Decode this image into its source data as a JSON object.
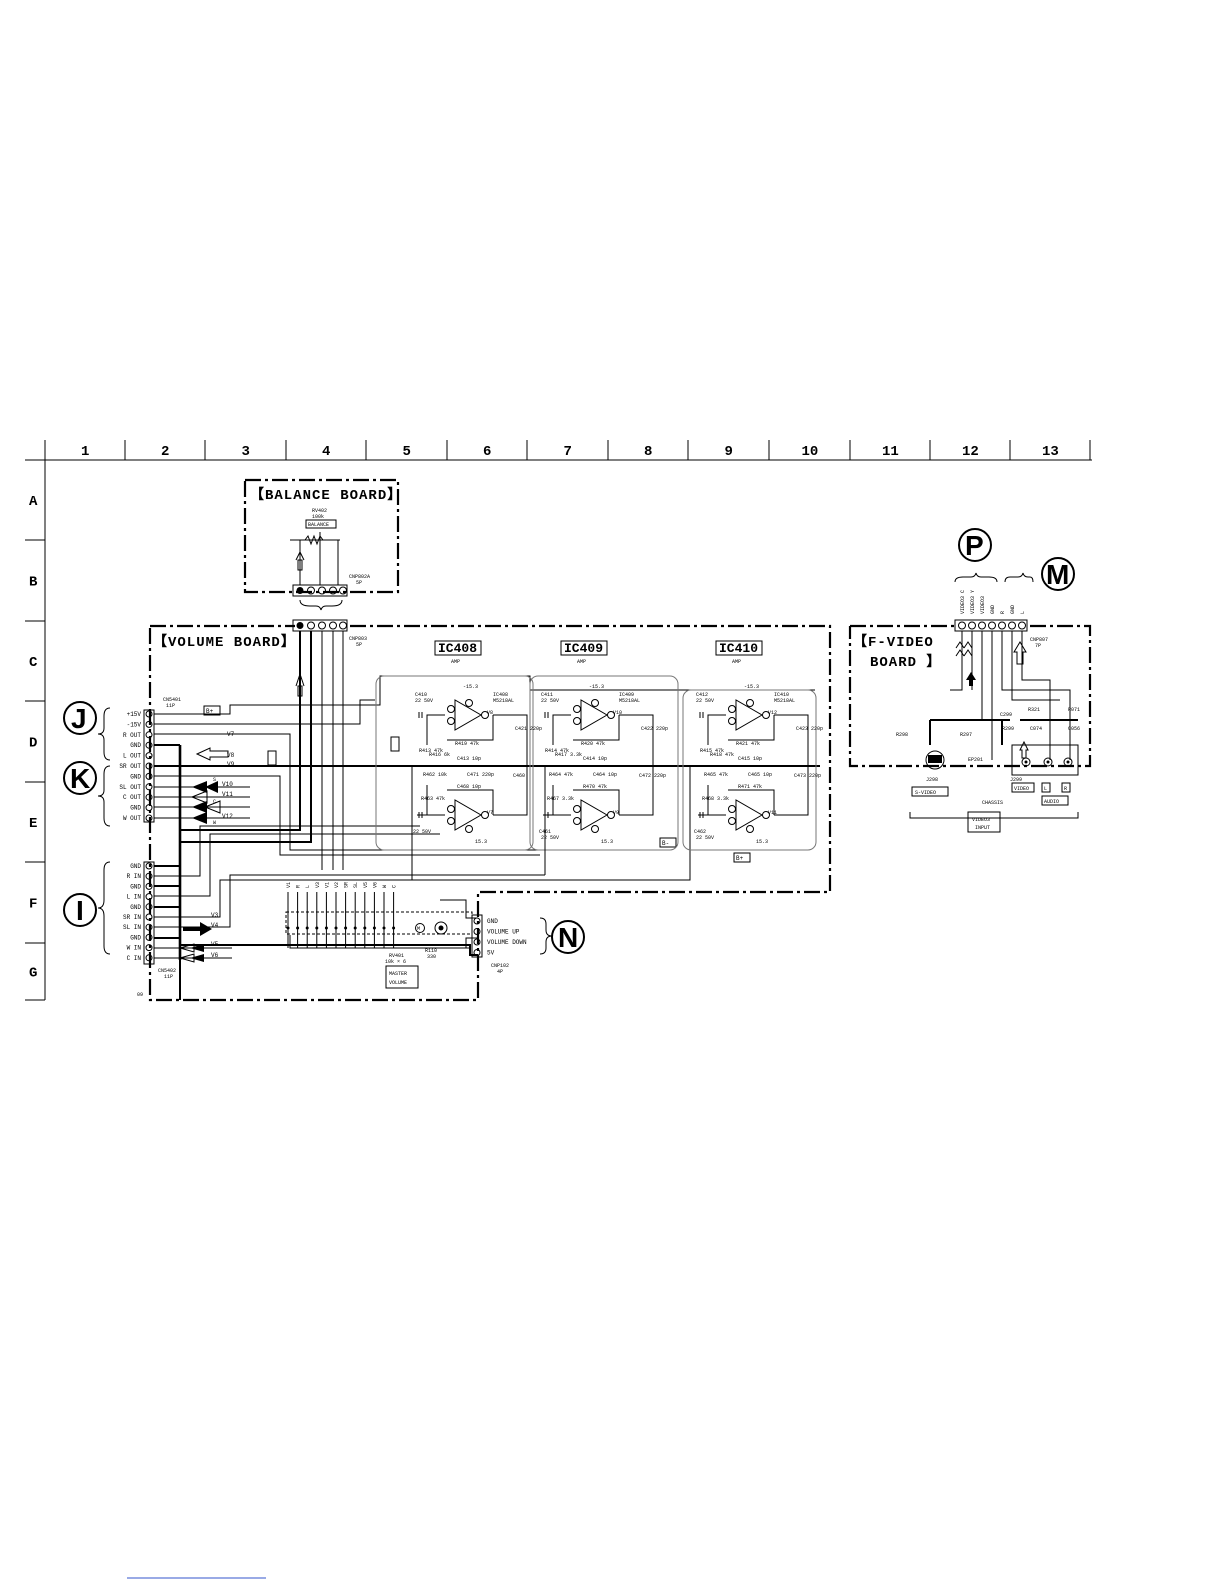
{
  "grid": {
    "columns": [
      "1",
      "2",
      "3",
      "4",
      "5",
      "6",
      "7",
      "8",
      "9",
      "10",
      "11",
      "12",
      "13"
    ],
    "rows": [
      "A",
      "B",
      "C",
      "D",
      "E",
      "F",
      "G"
    ]
  },
  "boards": {
    "balance": {
      "title": "【BALANCE BOARD】",
      "rv": "RV402",
      "rv_value": "100k",
      "rv_name": "BALANCE",
      "connector": "CNP802A",
      "connector_pins": "5P"
    },
    "volume": {
      "title": "【VOLUME BOARD】",
      "connector_top": "CNP803",
      "connector_top_pins": "5P",
      "cn401": "CN5401",
      "cn401_pins": "11P",
      "cn402": "CN5402",
      "cn402_pins": "11P",
      "bottom_label": "09",
      "cnp102": "CNP102",
      "cnp102_pins": "4P",
      "rv401": "RV401",
      "rv401_value": "10k × 6",
      "master_volume": [
        "MASTER",
        "VOLUME"
      ],
      "r110": "R110",
      "r110_value": "330"
    },
    "fvideo": {
      "title_line1": "【F-VIDEO",
      "title_line2": "BOARD 】",
      "connector": "CNP807",
      "connector_pins": "7P",
      "svideo_label": "S-VIDEO",
      "video_label": "VIDEO",
      "l_label": "L",
      "r_label": "R",
      "audio_label": "AUDIO",
      "chassis": "CHASSIS",
      "input_label": [
        "VIDEO3",
        "INPUT"
      ],
      "j298": "J298",
      "j299": "J299",
      "ep201": "EP201",
      "pin_labels": [
        "VIDEO3 C",
        "VIDEO3 Y",
        "VIDEO3",
        "GND",
        "R",
        "GND",
        "L"
      ],
      "parts": [
        "C299",
        "R321",
        "R298",
        "R297",
        "R299",
        "C074",
        "R071",
        "C056"
      ]
    }
  },
  "ics": [
    {
      "name": "IC408",
      "func": "AMP",
      "part": "M5218AL",
      "top_v": "-15.3",
      "bot_v": "15.3"
    },
    {
      "name": "IC409",
      "func": "AMP",
      "part": "M5218AL",
      "top_v": "-15.3",
      "bot_v": "15.3"
    },
    {
      "name": "IC410",
      "func": "AMP",
      "part": "M5218AL",
      "top_v": "-15.3",
      "bot_v": "15.3"
    }
  ],
  "connector_j": {
    "letter": "J",
    "pins": [
      "+15V",
      "-15V",
      "R OUT",
      "GND",
      "L OUT",
      "SR OUT"
    ]
  },
  "connector_k": {
    "letter": "K",
    "pins": [
      "GND",
      "SL OUT",
      "C OUT",
      "GND",
      "W OUT"
    ]
  },
  "connector_i": {
    "letter": "I",
    "pins": [
      "GND",
      "R IN",
      "GND",
      "L IN",
      "GND",
      "SR IN",
      "SL IN",
      "GND",
      "W IN",
      "C IN"
    ]
  },
  "connector_n": {
    "letter": "N",
    "pins": [
      "GND",
      "VOLUME UP",
      "VOLUME DOWN",
      "5V"
    ]
  },
  "connector_p": {
    "letter": "P"
  },
  "connector_m": {
    "letter": "M"
  },
  "signals": {
    "v_left": [
      "V7",
      "V8",
      "V9",
      "V10",
      "V11",
      "V12"
    ],
    "v_bottom": [
      "V3",
      "V4",
      "V5",
      "V6"
    ],
    "v_ic": [
      "V8",
      "V7",
      "V10",
      "V9",
      "V12",
      "V11"
    ],
    "bus_labels": [
      "B+",
      "B-",
      "B+"
    ],
    "vol_pins": [
      "V1",
      "R",
      "L",
      "V3",
      "V1",
      "V2",
      "SR",
      "SL",
      "V5",
      "V6",
      "W",
      "C"
    ],
    "arrow_labels": [
      "S",
      "C",
      "W"
    ]
  },
  "ic408_parts": [
    "C410",
    "22 50V",
    "R413 47k",
    "R416 6k",
    "R419 47k",
    "C413 10p",
    "C421 220p",
    "R462 10k",
    "R463 47k",
    "C468 10p",
    "C471 220p",
    "C460",
    "22 50V"
  ],
  "ic409_parts": [
    "C411",
    "22 50V",
    "R414 47k",
    "R417 3.3k",
    "R420 47k",
    "C414 10p",
    "C422 220p",
    "R464 47k",
    "R467 3.3k",
    "R470 47k",
    "C464 10p",
    "C472 220p",
    "C461",
    "22 50V"
  ],
  "ic410_parts": [
    "C412",
    "22 50V",
    "R415 47k",
    "R418 47k",
    "R421 47k",
    "C415 10p",
    "C423 220p",
    "R465 47k",
    "R468 3.3k",
    "R471 47k",
    "C465 10p",
    "C473 220p",
    "C462",
    "22 50V"
  ]
}
